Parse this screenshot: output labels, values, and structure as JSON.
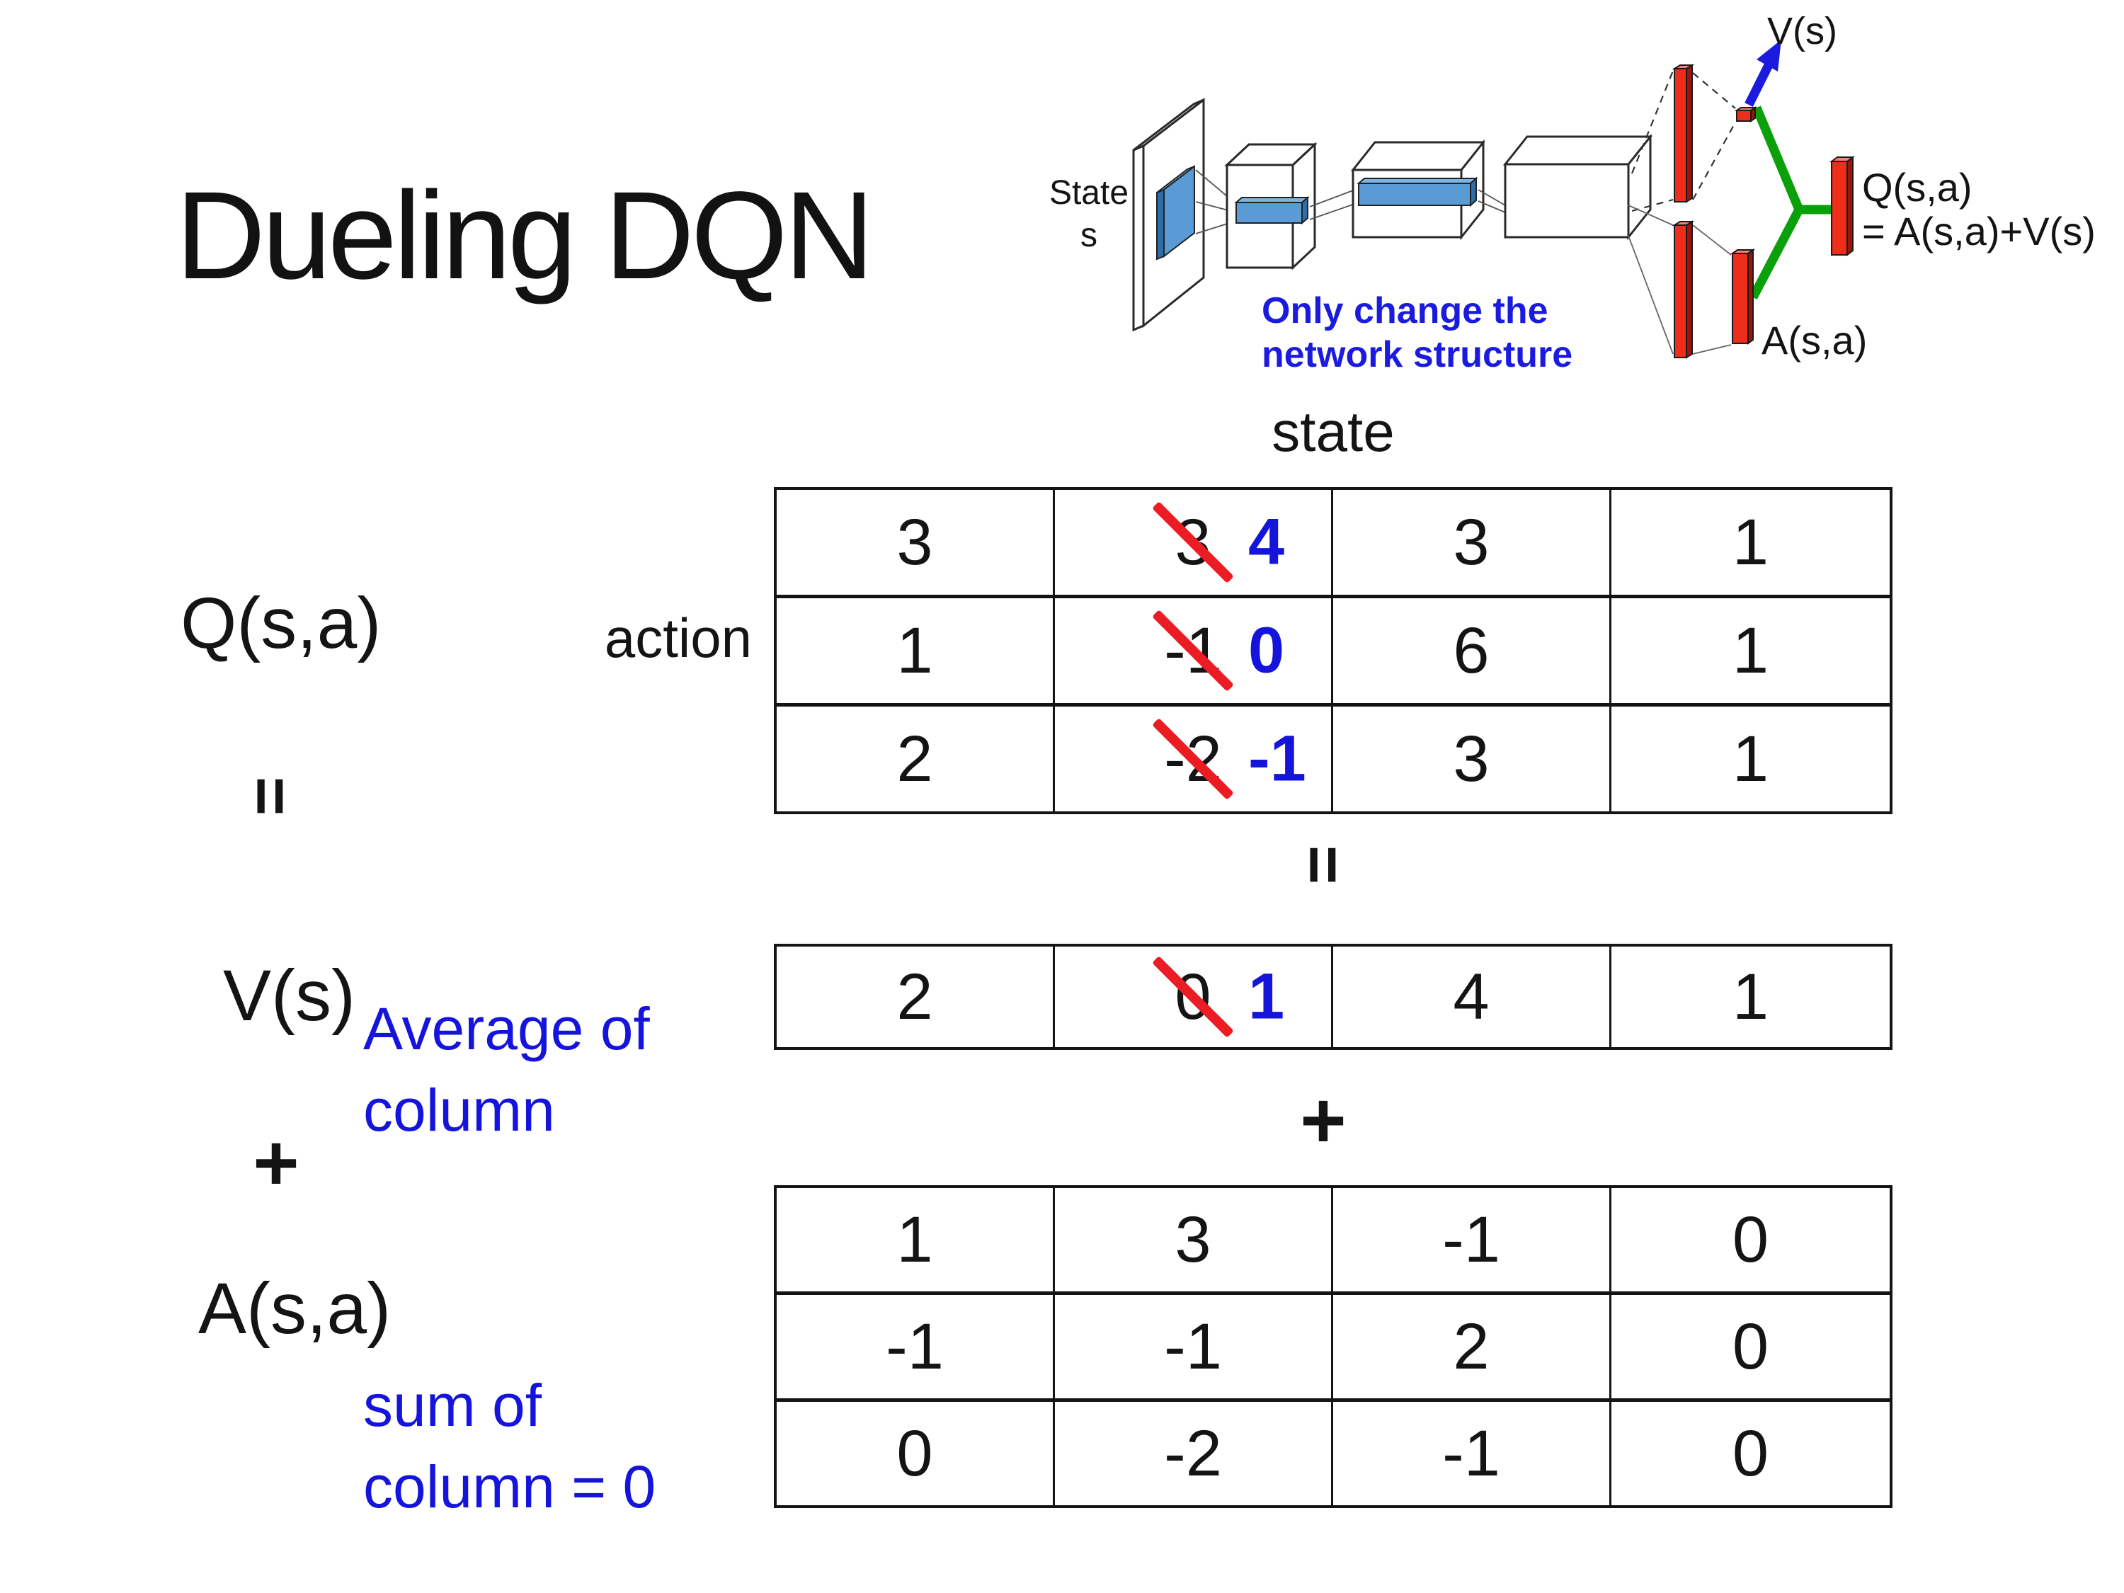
{
  "title": "Dueling DQN",
  "colors": {
    "annotation_blue": "#1414DC",
    "strike_red": "#EC1C24",
    "network_green": "#0AA00A",
    "bar_red": "#EE2E1B",
    "filter_blue": "#5B9BD5"
  },
  "diagram": {
    "state_label_line1": "State",
    "state_label_line2": "s",
    "note_line1": "Only change the",
    "note_line2": "network structure",
    "v_output_label": "V(s)",
    "q_output_label_line1": "Q(s,a)",
    "q_output_label_line2": "= A(s,a)+V(s)",
    "a_output_label": "A(s,a)"
  },
  "decomposition": {
    "q_label": "Q(s,a)",
    "equals_left": "=",
    "v_label": "V(s)",
    "plus_left": "+",
    "a_label": "A(s,a)",
    "avg_note_line1": "Average of",
    "avg_note_line2": "column",
    "sum_note_line1": "sum of",
    "sum_note_line2": "column = 0",
    "state_header": "state",
    "action_header": "action",
    "equals_center": "=",
    "plus_center": "+"
  },
  "q_table": {
    "rows": [
      [
        {
          "value": "3"
        },
        {
          "old": "3",
          "new": "4"
        },
        {
          "value": "3"
        },
        {
          "value": "1"
        }
      ],
      [
        {
          "value": "1"
        },
        {
          "old": "-1",
          "new": "0"
        },
        {
          "value": "6"
        },
        {
          "value": "1"
        }
      ],
      [
        {
          "value": "2"
        },
        {
          "old": "-2",
          "new": "-1"
        },
        {
          "value": "3"
        },
        {
          "value": "1"
        }
      ]
    ]
  },
  "v_table": {
    "rows": [
      [
        {
          "value": "2"
        },
        {
          "old": "0",
          "new": "1"
        },
        {
          "value": "4"
        },
        {
          "value": "1"
        }
      ]
    ]
  },
  "a_table": {
    "rows": [
      [
        {
          "value": "1"
        },
        {
          "value": "3"
        },
        {
          "value": "-1"
        },
        {
          "value": "0"
        }
      ],
      [
        {
          "value": "-1"
        },
        {
          "value": "-1"
        },
        {
          "value": "2"
        },
        {
          "value": "0"
        }
      ],
      [
        {
          "value": "0"
        },
        {
          "value": "-2"
        },
        {
          "value": "-1"
        },
        {
          "value": "0"
        }
      ]
    ]
  }
}
